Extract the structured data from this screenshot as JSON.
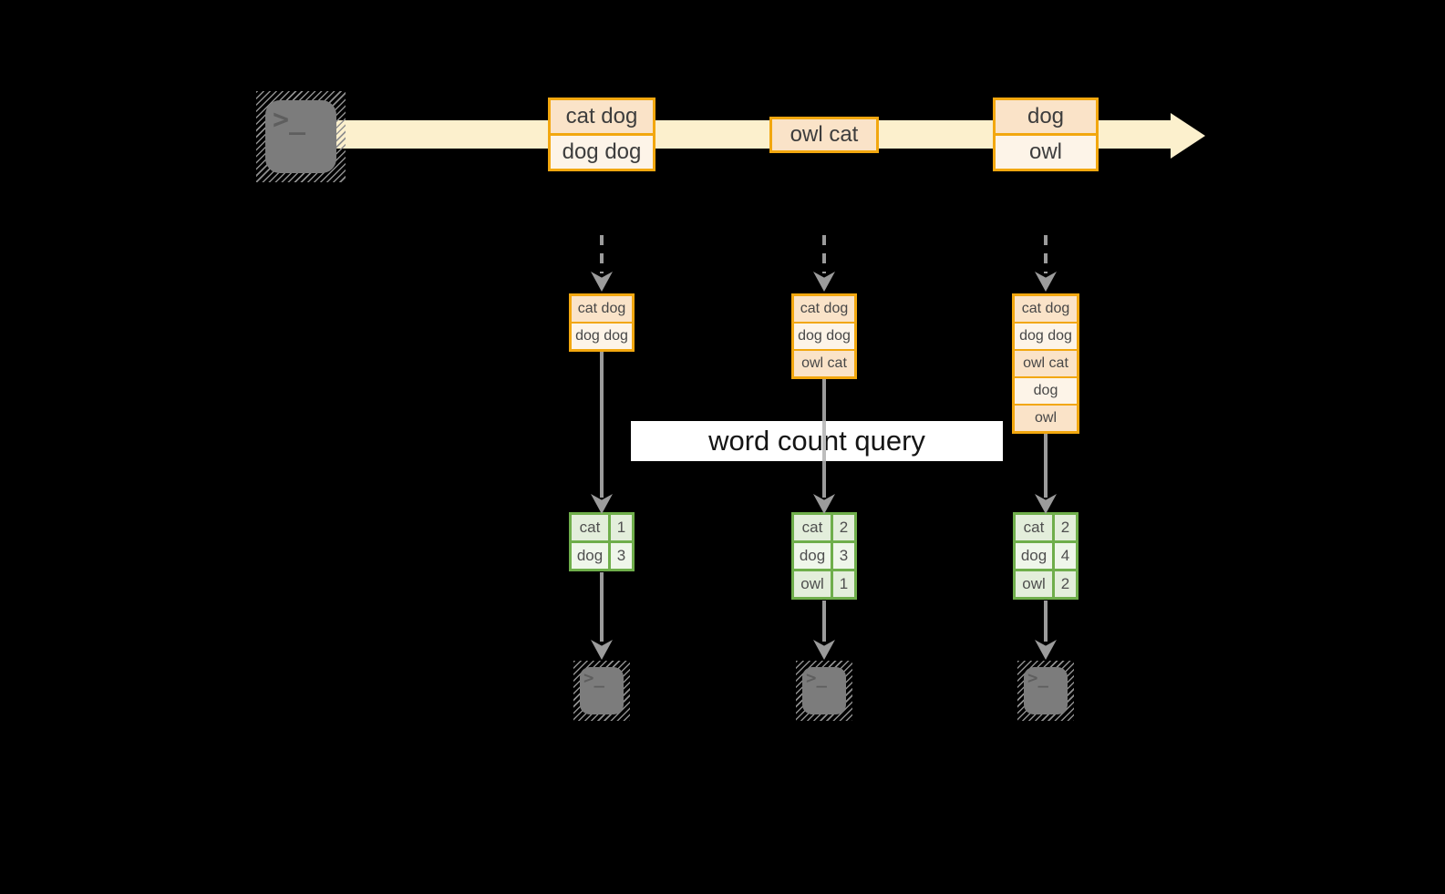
{
  "query": {
    "label": "word count query"
  },
  "stream": {
    "source_icon": "terminal-icon",
    "terminal_glyph": ">_",
    "events": [
      {
        "lines": [
          "cat dog",
          "dog dog"
        ]
      },
      {
        "lines": [
          "owl cat"
        ]
      },
      {
        "lines": [
          "dog",
          "owl"
        ]
      }
    ]
  },
  "states": [
    {
      "lines": [
        "cat dog",
        "dog dog"
      ]
    },
    {
      "lines": [
        "cat dog",
        "dog dog",
        "owl cat"
      ]
    },
    {
      "lines": [
        "cat dog",
        "dog dog",
        "owl cat",
        "dog",
        "owl"
      ]
    }
  ],
  "results": [
    {
      "rows": [
        {
          "word": "cat",
          "count": "1"
        },
        {
          "word": "dog",
          "count": "3"
        }
      ]
    },
    {
      "rows": [
        {
          "word": "cat",
          "count": "2"
        },
        {
          "word": "dog",
          "count": "3"
        },
        {
          "word": "owl",
          "count": "1"
        }
      ]
    },
    {
      "rows": [
        {
          "word": "cat",
          "count": "2"
        },
        {
          "word": "dog",
          "count": "4"
        },
        {
          "word": "owl",
          "count": "2"
        }
      ]
    }
  ],
  "sink_icon": "terminal-icon",
  "colors": {
    "background": "#000000",
    "stream_band": "#fcf0cd",
    "event_border": "#f2a70f",
    "event_fill_dark": "#fae3c8",
    "event_fill_light": "#fdf4e8",
    "table_border": "#6fae4b",
    "table_fill_dark": "#e3eedb",
    "table_fill_light": "#eff6ea",
    "arrow": "#9b9b9b",
    "query_band": "#ffffff"
  }
}
